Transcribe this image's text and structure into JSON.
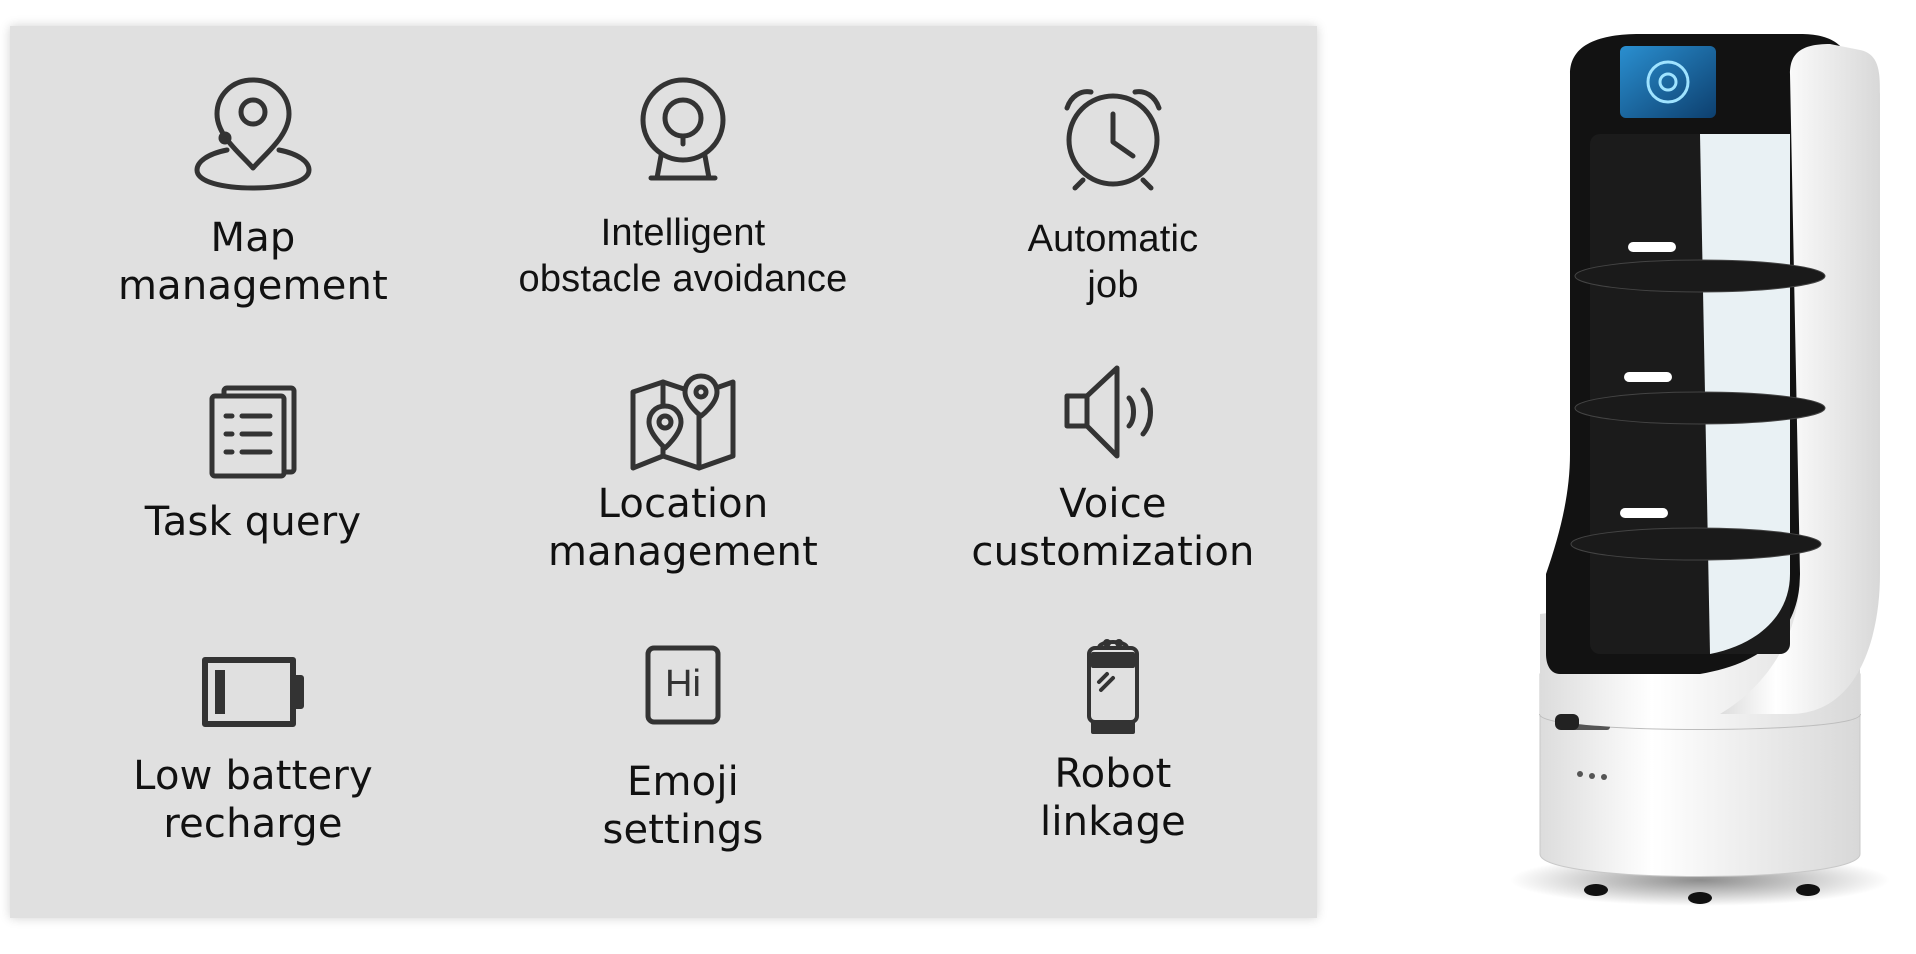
{
  "features": [
    {
      "icon": "map-pin-icon",
      "lines": [
        "Map",
        "management"
      ]
    },
    {
      "icon": "webcam-icon",
      "lines": [
        "Intelligent",
        "obstacle avoidance"
      ]
    },
    {
      "icon": "alarm-clock-icon",
      "lines": [
        "Automatic",
        "job"
      ]
    },
    {
      "icon": "document-list-icon",
      "lines": [
        "Task query"
      ]
    },
    {
      "icon": "map-location-icon",
      "lines": [
        "Location",
        "management"
      ]
    },
    {
      "icon": "speaker-icon",
      "lines": [
        "Voice",
        "customization"
      ]
    },
    {
      "icon": "low-battery-icon",
      "lines": [
        "Low battery",
        "recharge"
      ]
    },
    {
      "icon": "hi-emoji-icon",
      "lines": [
        "Emoji",
        "settings"
      ],
      "icon_text": "Hi"
    },
    {
      "icon": "robot-device-icon",
      "lines": [
        "Robot",
        "linkage"
      ]
    }
  ],
  "colors": {
    "panel": "#e0e0e0",
    "icon_stroke": "#333333",
    "text": "#111111",
    "robot_body": "#f4f4f4",
    "robot_black": "#101010",
    "robot_screen": "#1f6fa8"
  }
}
